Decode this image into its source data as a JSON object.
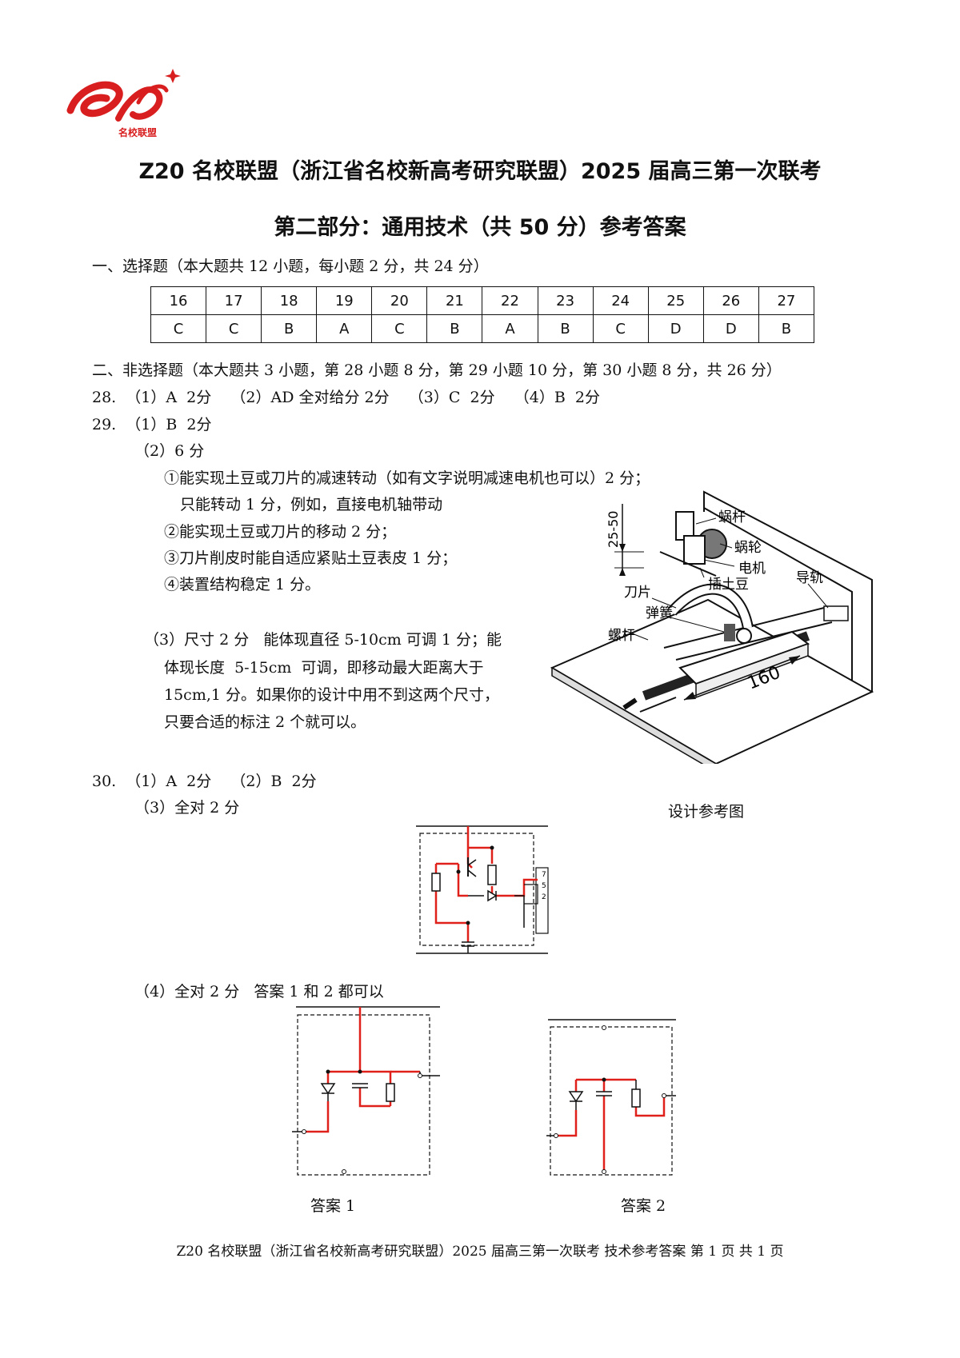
{
  "header": {
    "logo_text": "名校联盟",
    "title": "Z20 名校联盟（浙江省名校新高考研究联盟）2025 届高三第一次联考",
    "subtitle": "第二部分：通用技术（共 50 分）参考答案"
  },
  "section1": {
    "heading": "一、选择题（本大题共 12 小题，每小题 2 分，共 24 分）",
    "numbers": [
      "16",
      "17",
      "18",
      "19",
      "20",
      "21",
      "22",
      "23",
      "24",
      "25",
      "26",
      "27"
    ],
    "answers": [
      "C",
      "C",
      "B",
      "A",
      "C",
      "B",
      "A",
      "B",
      "C",
      "D",
      "D",
      "B"
    ]
  },
  "section2": {
    "heading": "二、非选择题（本大题共 3 小题，第 28 小题 8 分，第 29 小题 10 分，第 30 小题 8 分，共 26 分）",
    "q28": "28.  （1）A  2分    （2）AD 全对给分 2分    （3）C  2分    （4）B  2分",
    "q29_1": "29.  （1）B  2分",
    "q29_2": "（2）6 分",
    "q29_2_items": [
      "①能实现土豆或刀片的减速转动（如有文字说明减速电机也可以）2 分；",
      "只能转动 1 分，例如，直接电机轴带动",
      "②能实现土豆或刀片的移动 2 分；",
      "③刀片削皮时能自适应紧贴土豆表皮 1 分；",
      "④装置结构稳定 1 分。"
    ],
    "q29_3": [
      "（3）尺寸 2 分   能体现直径 5-10cm 可调 1 分；能",
      "体现长度  5-15cm  可调，即移动最大距离大于",
      "15cm,1 分。如果你的设计中用不到这两个尺寸，",
      "只要合适的标注 2 个就可以。"
    ],
    "design_labels": {
      "worm": "蜗杆",
      "worm_wheel": "蜗轮",
      "motor": "电机",
      "potato_stick": "插土豆",
      "guide": "导轨",
      "blade": "刀片",
      "spring": "弹簧",
      "screw": "螺杆",
      "dim_height": "25-50",
      "dim_length": "160"
    },
    "design_caption": "设计参考图",
    "q30_1": "30.  （1）A  2分    （2）B  2分",
    "q30_3": "（3）全对 2 分",
    "q30_4": "（4）全对 2 分   答案 1 和 2 都可以",
    "relay_pins": [
      "7",
      "5",
      "2"
    ],
    "answer1_caption": "答案 1",
    "answer2_caption": "答案 2"
  },
  "footer": "Z20 名校联盟（浙江省名校新高考研究联盟）2025 届高三第一次联考  技术参考答案   第 1 页  共 1 页",
  "colors": {
    "wire_red": "#e0201b",
    "logo_red": "#d81e1e",
    "ink": "#111111"
  }
}
